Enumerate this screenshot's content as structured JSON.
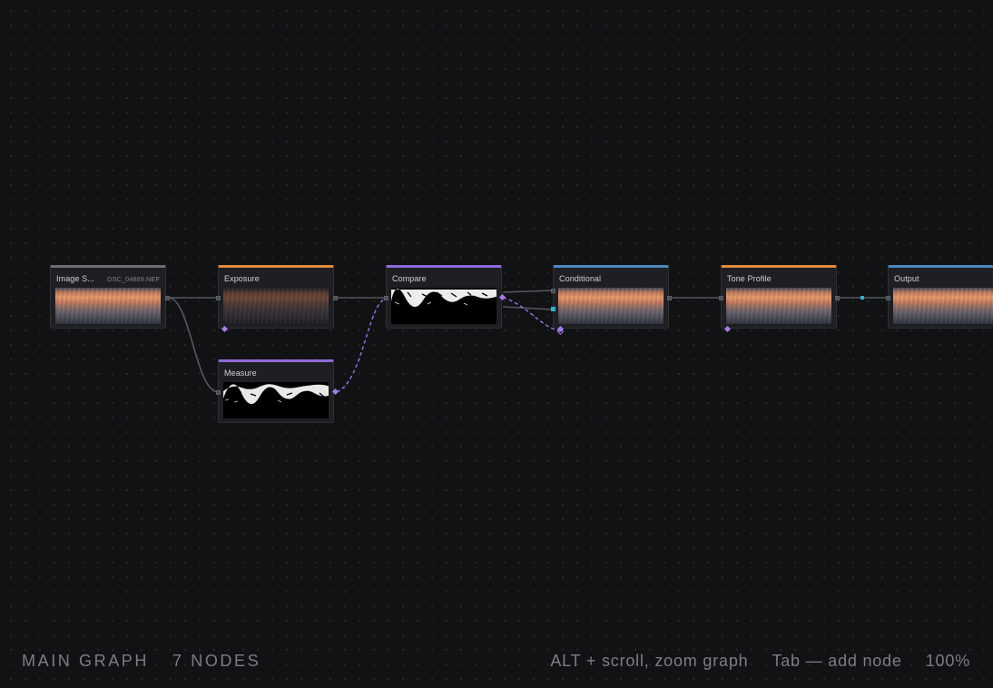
{
  "graph": {
    "name": "MAIN GRAPH",
    "count_label": "7 NODES"
  },
  "hints": {
    "zoom_hint": "ALT + scroll, zoom graph",
    "add_hint": "Tab — add node",
    "zoom_level": "100%"
  },
  "colors": {
    "source": "#6b6d70",
    "filter": "#e08a3a",
    "logic": "#8f6ad8",
    "output": "#4a88c0",
    "wire": "#55585d",
    "wire_dashed": "#9a74e0",
    "port_cyan": "#29b3cf"
  },
  "nodes": [
    {
      "id": "image_source",
      "title": "Image S...",
      "subtitle": "DSC_04869.NEF",
      "category": "source",
      "preview": "photo"
    },
    {
      "id": "exposure",
      "title": "Exposure",
      "subtitle": "",
      "category": "filter",
      "preview": "dark"
    },
    {
      "id": "measure",
      "title": "Measure",
      "subtitle": "",
      "category": "logic",
      "preview": "mask"
    },
    {
      "id": "compare",
      "title": "Compare",
      "subtitle": "",
      "category": "logic",
      "preview": "mask"
    },
    {
      "id": "conditional",
      "title": "Conditional",
      "subtitle": "",
      "category": "output",
      "preview": "photo"
    },
    {
      "id": "tone_profile",
      "title": "Tone Profile",
      "subtitle": "",
      "category": "filter",
      "preview": "photo"
    },
    {
      "id": "output",
      "title": "Output",
      "subtitle": "",
      "category": "output",
      "preview": "photo"
    }
  ],
  "icons": {
    "data_port": "square",
    "value_port": "diamond",
    "signal_port": "cyan-square"
  }
}
